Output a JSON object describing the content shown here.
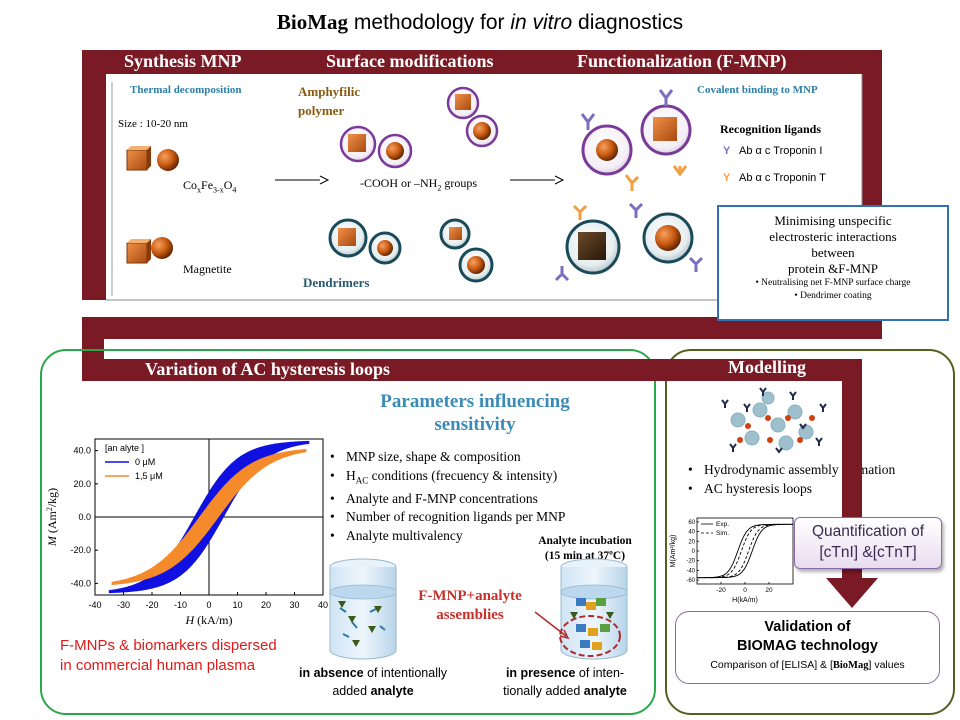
{
  "title": {
    "brand": "BioMag",
    "rest_prefix": " methodology for ",
    "italic": "in vitro",
    "rest_suffix": " diagnostics"
  },
  "top_headers": {
    "synthesis": "Synthesis MNP",
    "surface": "Surface modifications",
    "functionalization": "Functionalization (F-MNP)"
  },
  "synthesis": {
    "method": "Thermal decomposition",
    "size": "Size : 10-20 nm",
    "formula": {
      "a": "Co",
      "b": "x",
      "c": "Fe",
      "d": "3-x",
      "e": "O",
      "f": "4"
    },
    "magnetite": "Magnetite"
  },
  "surface": {
    "amphyfilic": "Amphyfilic",
    "polymer": "polymer",
    "groups_a": "-COOH or –NH",
    "groups_sub": "2",
    "groups_b": " groups",
    "dendrimers": "Dendrimers"
  },
  "functionalization": {
    "covalent": "Covalent binding to MNP",
    "ligands_title": "Recognition ligands",
    "ligand_1": "Ab α c Troponin I",
    "ligand_2": "Ab α c Troponin T",
    "ligand_1_color": "#7a6fc0",
    "ligand_2_color": "#f0a040"
  },
  "minimising": {
    "line1": "Minimising  unspecific",
    "line2": "electrosteric  interactions",
    "line3": "between",
    "line4": "protein &F-MNP",
    "bullet1": "• Neutralising net F-MNP surface charge",
    "bullet2": "• Dendrimer coating"
  },
  "variation": {
    "header": "Variation  of AC hysteresis  loops",
    "params_title_1": "Parameters influencing",
    "params_title_2": "sensitivity",
    "bullets": [
      {
        "text": "MNP size,  shape  & composition"
      },
      {
        "pre": "H",
        "sub": "AC",
        "text": " conditions  (frecuency  & intensity)"
      },
      {
        "text": "Analyte  and F-MNP concentrations"
      },
      {
        "text": "Number of recognition  ligands  per MNP"
      },
      {
        "text": "Analyte  multivalency"
      }
    ],
    "dispersed_1": "F-MNPs & biomarkers dispersed",
    "dispersed_2": "in commercial human plasma",
    "incubation_1": "Analyte  incubation",
    "incubation_2": "(15 min at 37ºC)",
    "assemblies_1": "F-MNP+analyte",
    "assemblies_2": "assemblies",
    "absence_bold": "in absence",
    "absence_rest": " of intentionally",
    "absence_line2a": "added ",
    "absence_line2b": "analyte",
    "presence_bold": "in presence",
    "presence_rest": "  of inten-",
    "presence_line2a": "tionally added ",
    "presence_line2b": "analyte"
  },
  "modelling": {
    "header": "Modelling",
    "bullet1": "Hydrodynamic  assembly  formation",
    "bullet2": "AC  hysteresis  loops",
    "quant_1": "Quantification of",
    "quant_2": "[cTnI] &[cTnT]",
    "validation_1": "Validation of",
    "validation_2": "BIOMAG technology",
    "comparison_pre": "Comparison of [ELISA] & [",
    "comparison_brand": "BioMag",
    "comparison_post": "] values"
  },
  "chart_data": [
    {
      "type": "line",
      "title": "",
      "xlabel_italic": "H",
      "xlabel_rest": " (kA/m)",
      "ylabel_italic": "M",
      "ylabel_rest": " (Am",
      "ylabel_sup": "2",
      "ylabel_end": "/kg)",
      "xlim": [
        -40,
        40
      ],
      "ylim": [
        -47,
        47
      ],
      "xticks": [
        "-40",
        "-30",
        "-20",
        "-10",
        "0",
        "10",
        "20",
        "30",
        "40"
      ],
      "yticks": [
        "40.0",
        "20.0",
        "0.0",
        "-20.0",
        "-40.0"
      ],
      "legend_title": "[an alyte ]",
      "series": [
        {
          "name": "0  μM",
          "color": "#1010e0",
          "Ms": 46,
          "Hk": 15,
          "Hc": 5,
          "Hmax": 35
        },
        {
          "name": "1,5  μM",
          "color": "#f58a2a",
          "Ms": 42,
          "Hk": 18,
          "Hc": 3.2,
          "Hmax": 34
        }
      ]
    },
    {
      "type": "line",
      "title": "",
      "xlabel": "H(kA/m)",
      "ylabel": "M(Am²/kg)",
      "xlim": [
        -40,
        40
      ],
      "ylim": [
        -68,
        68
      ],
      "xticks": [
        "-20",
        "0",
        "20"
      ],
      "yticks": [
        "60",
        "40",
        "20",
        "0",
        "-20",
        "-40",
        "-60"
      ],
      "series": [
        {
          "name": "Exp.",
          "style": "solid",
          "Ms": 55,
          "Hk": 8,
          "Hc": 6
        },
        {
          "name": "Sim.",
          "style": "dashed",
          "Ms": 55,
          "Hk": 8,
          "Hc": 3
        }
      ]
    }
  ]
}
